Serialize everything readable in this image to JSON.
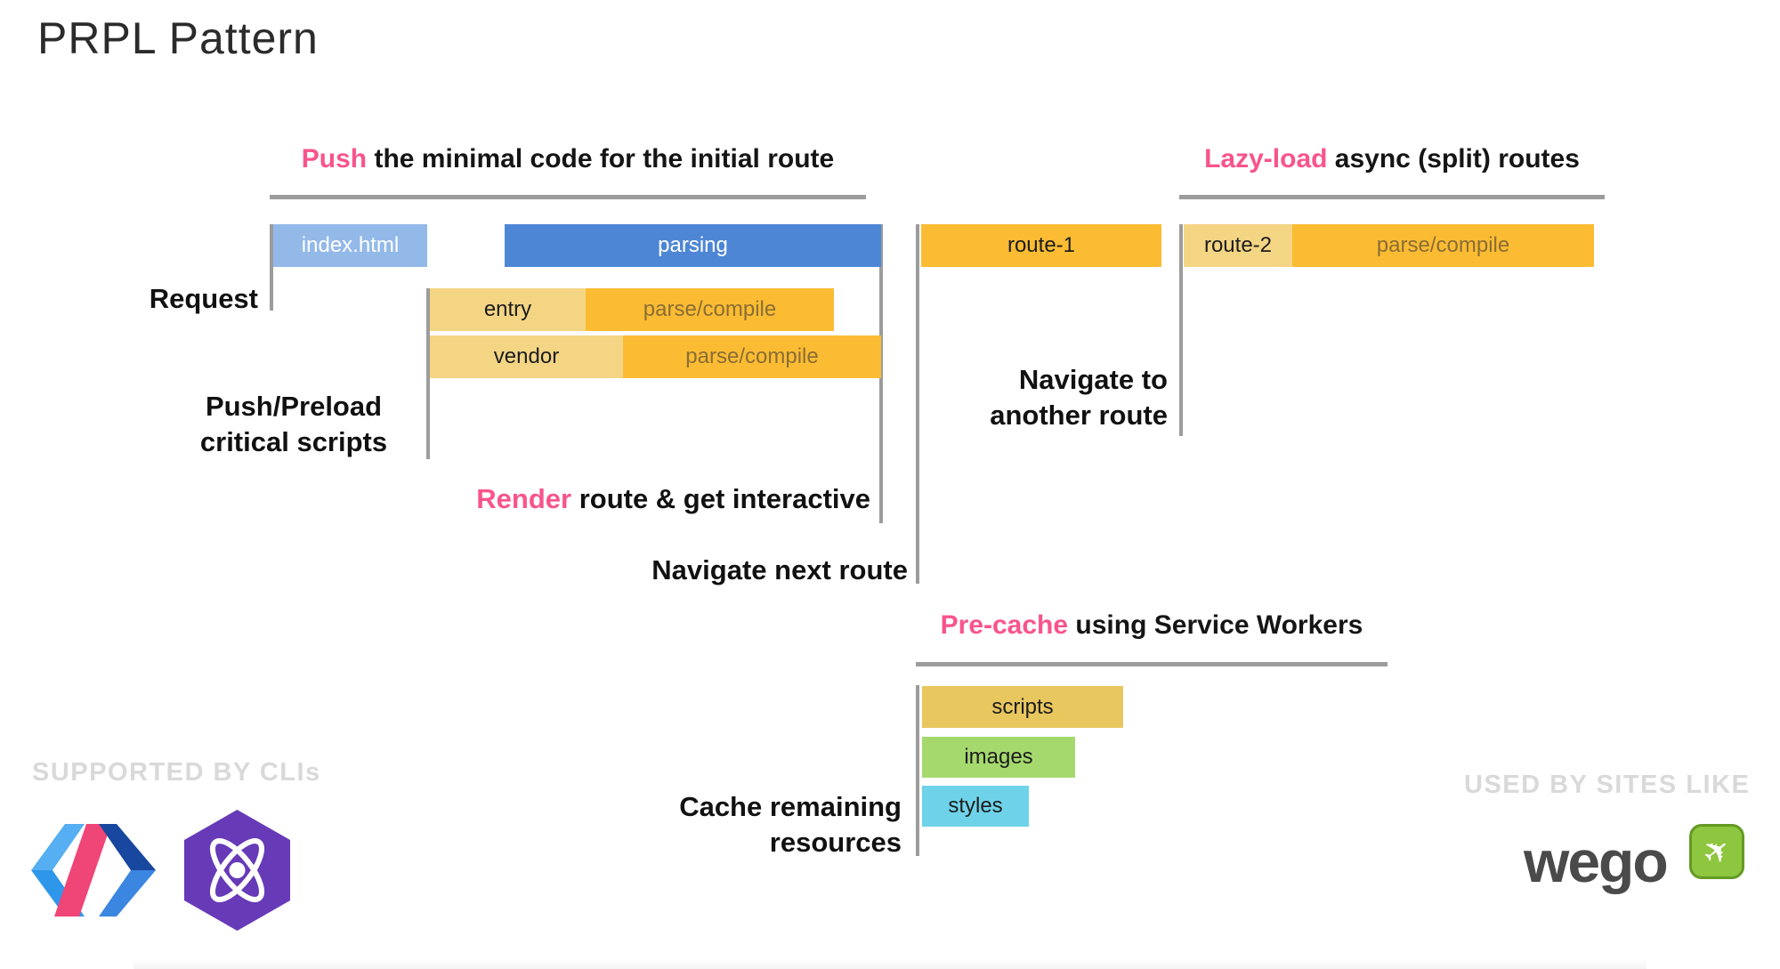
{
  "title": "PRPL Pattern",
  "headings": {
    "push": {
      "highlight": "Push",
      "rest": " the minimal code for the initial route"
    },
    "lazyload": {
      "highlight": "Lazy-load",
      "rest": " async (split) routes"
    },
    "precache": {
      "highlight": "Pre-cache",
      "rest": " using Service Workers"
    }
  },
  "labels": {
    "request": "Request",
    "push_preload_line1": "Push/Preload",
    "push_preload_line2": "critical scripts",
    "render_highlight": "Render",
    "render_rest": " route & get interactive",
    "navigate_next": "Navigate next route",
    "navigate_another_line1": "Navigate to",
    "navigate_another_line2": "another route",
    "cache_line1": "Cache remaining",
    "cache_line2": "resources"
  },
  "bars": {
    "index_html": "index.html",
    "parsing": "parsing",
    "entry": "entry",
    "vendor": "vendor",
    "parse_compile": "parse/compile",
    "route_1": "route-1",
    "route_2": "route-2",
    "scripts": "scripts",
    "images": "images",
    "styles": "styles"
  },
  "footer": {
    "supported_by": "SUPPORTED BY CLIs",
    "used_by": "USED BY SITES LIKE",
    "wego_text": "wego"
  },
  "colors": {
    "accent_pink": "#f8548b",
    "bar_blue_light": "#93b9e9",
    "bar_blue": "#4e86d6",
    "bar_orange": "#fbbc33",
    "bar_yellow_light": "#f4d584",
    "bar_tan": "#e8c75f",
    "bar_green": "#a5d96e",
    "bar_cyan": "#6ed3e9",
    "line_gray": "#9c9c9c",
    "heading_text": "#151515",
    "muted_caps_gray": "#d9d9d9",
    "wego_green": "#8dc63f"
  }
}
